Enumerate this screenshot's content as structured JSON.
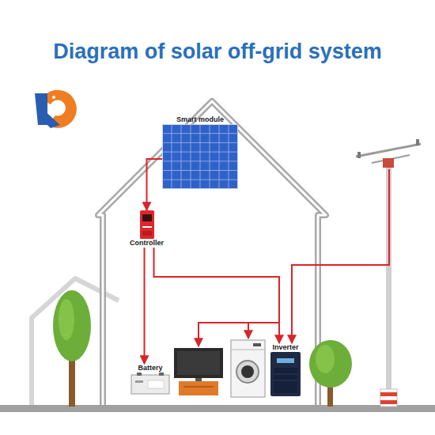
{
  "diagram": {
    "title": "Diagram of solar off-grid system",
    "nodes": [
      {
        "text": [
          "Smart module"
        ]
      },
      {
        "text": [
          "Controller"
        ]
      },
      {
        "text": [
          "Battery"
        ]
      },
      {
        "text": [
          "Inverter"
        ]
      }
    ],
    "edges": [
      {
        "from": 0,
        "to": 1,
        "arrow": "to"
      },
      {
        "from": 1,
        "to": 2,
        "arrow": "to"
      },
      {
        "from": 1,
        "to": 3,
        "arrow": "to"
      }
    ]
  }
}
